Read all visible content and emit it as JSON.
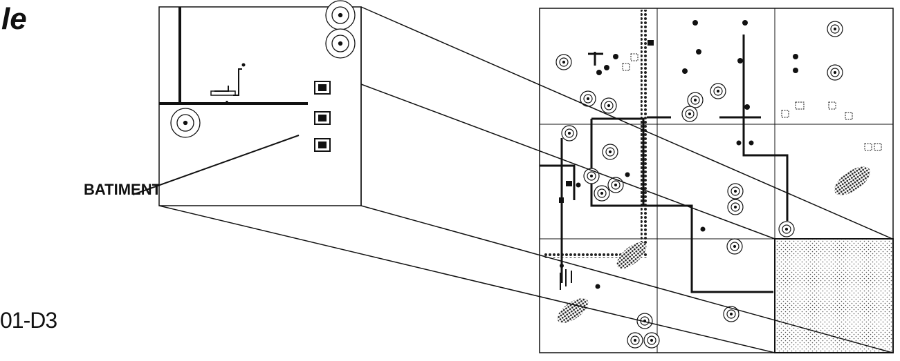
{
  "figure": {
    "title_fragment": "le",
    "code_fragment": "01-D3",
    "callout_label": "BATIMENTS"
  },
  "colors": {
    "ink": "#111111",
    "background": "#ffffff",
    "hatch": "#333333",
    "dots": "#555555"
  },
  "icons": {
    "buildings": "filled-square-building-icon",
    "hydrants": "concentric-circle-icon",
    "outline_buildings": "dashed-square-icon"
  }
}
